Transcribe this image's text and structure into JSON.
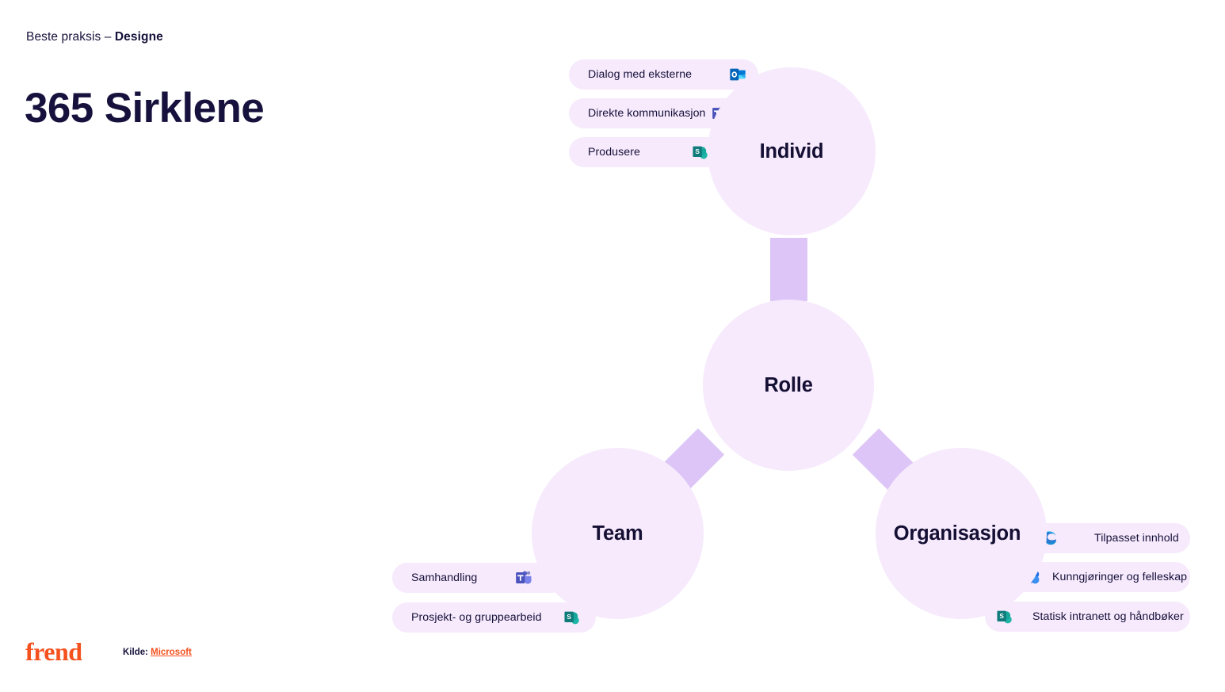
{
  "header": {
    "eyebrow_prefix": "Beste praksis – ",
    "eyebrow_strong": "Designe",
    "title": "365 Sirklene"
  },
  "diagram": {
    "circles": [
      {
        "id": "individ",
        "label": "Individ"
      },
      {
        "id": "rolle",
        "label": "Rolle"
      },
      {
        "id": "team",
        "label": "Team"
      },
      {
        "id": "organisasjon",
        "label": "Organisasjon"
      }
    ],
    "individ_items": [
      {
        "label": "Dialog med eksterne",
        "icon": "outlook-icon"
      },
      {
        "label": "Direkte kommunikasjon",
        "icon": "teams-icon"
      },
      {
        "label": "Produsere",
        "icon": "sharepoint-icon"
      }
    ],
    "team_items": [
      {
        "label": "Samhandling",
        "icon": "teams-icon"
      },
      {
        "label": "Prosjekt- og gruppearbeid",
        "icon": "sharepoint-icon"
      }
    ],
    "organisasjon_items": [
      {
        "label": "Tilpasset innhold",
        "icon": "edge-icon"
      },
      {
        "label": "Kunngjøringer og felleskap",
        "icon": "viva-engage-icon"
      },
      {
        "label": "Statisk intranett og håndbøker",
        "icon": "sharepoint-icon"
      }
    ]
  },
  "footer": {
    "logo": "frend",
    "source_prefix": "Kilde: ",
    "source_link": "Microsoft"
  },
  "colors": {
    "circle_fill": "#f6eafc",
    "connector": "#ddc6f7",
    "brand_orange": "#f4511e",
    "text_dark": "#15103a"
  }
}
